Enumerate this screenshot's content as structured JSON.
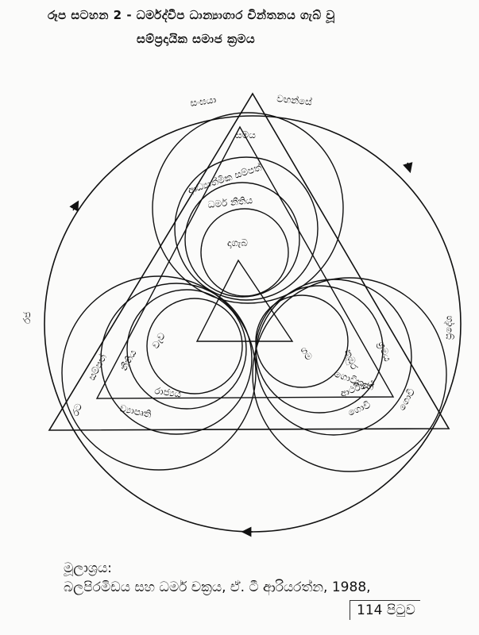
{
  "header": {
    "title_line1": "රූප සටහන 2 - ධර්මද්වීප ධාන්‍යාගාර චින්තනය ගැබ් වූ",
    "title_line2": "සම්ප්‍රදායික සමාජ ක්‍රමය"
  },
  "diagram": {
    "outer_circle_labels": {
      "top_left": "සංඝයා",
      "top_right": "වහන්සේ",
      "left": "රජ",
      "right": "ගොවි"
    },
    "top_group": {
      "outer": "සමය",
      "middle": "ආධ්‍යාත්මික සම්පත්",
      "inner": "ධර්ම නීතිය",
      "center": "දාගැබ"
    },
    "left_group": {
      "arc_1": "සම්පත්",
      "arc_2": "නීතිය",
      "center": "වැව",
      "inner": "රාජ්‍යය",
      "outer": "ව්‍යාපෘති",
      "outermost": "රට"
    },
    "right_group": {
      "center": "ගම",
      "arc_1": "කුඹුර",
      "arc_2": "ශ්‍රමය",
      "inner": "ගොවිතැන",
      "outer": "ආර්ථිකය",
      "outermost": "ගොවි"
    }
  },
  "side_note": "ප්‍රදේශ",
  "source": {
    "label": "මූලාශ්‍රය:",
    "citation": "බලපිරමිඩය සහ ධර්ම චක්‍රය, ඒ. ටී ආරියරත්න, 1988,",
    "page": "114 පිටුව"
  }
}
